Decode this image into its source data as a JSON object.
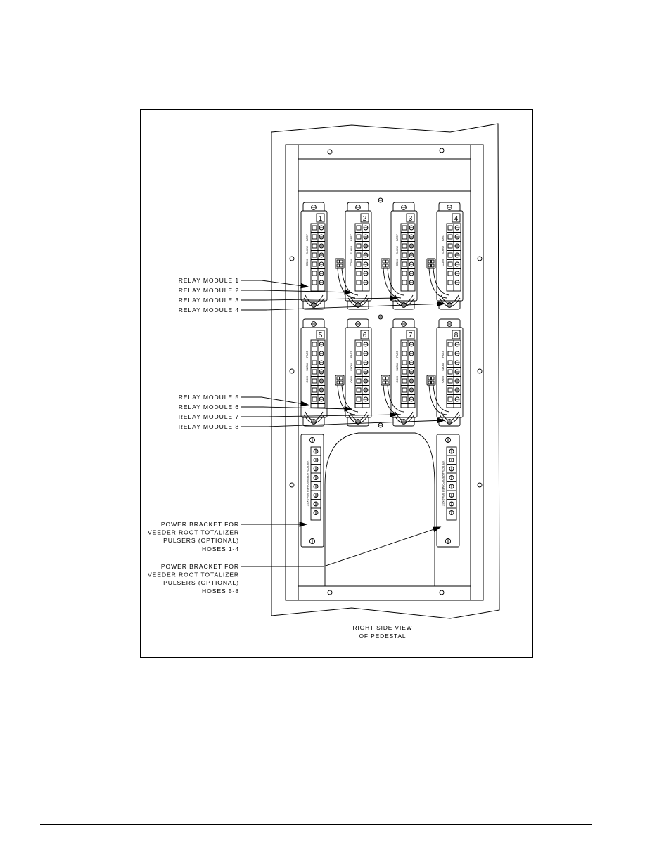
{
  "diagram": {
    "caption": [
      "RIGHT SIDE VIEW",
      "OF PEDESTAL"
    ],
    "module_numbers": [
      "1",
      "2",
      "3",
      "4",
      "5",
      "6",
      "7",
      "8"
    ],
    "relay_labels": [
      "RELAY MODULE 1",
      "RELAY MODULE 2",
      "RELAY MODULE 3",
      "RELAY MODULE 4",
      "RELAY MODULE 5",
      "RELAY MODULE 6",
      "RELAY MODULE 7",
      "RELAY MODULE 8"
    ],
    "power_bracket_1": [
      "POWER BRACKET FOR",
      "VEEDER ROOT TOTALIZER",
      "PULSERS (OPTIONAL)",
      "HOSES 1-4"
    ],
    "power_bracket_2": [
      "POWER BRACKET FOR",
      "VEEDER ROOT TOTALIZER",
      "PULSERS (OPTIONAL)",
      "HOSES 5-8"
    ],
    "module_terminal_labels": [
      "FAST",
      "SLOW",
      "COM"
    ],
    "bracket_text": "VR TOTALIZER POWER BRACKET"
  }
}
